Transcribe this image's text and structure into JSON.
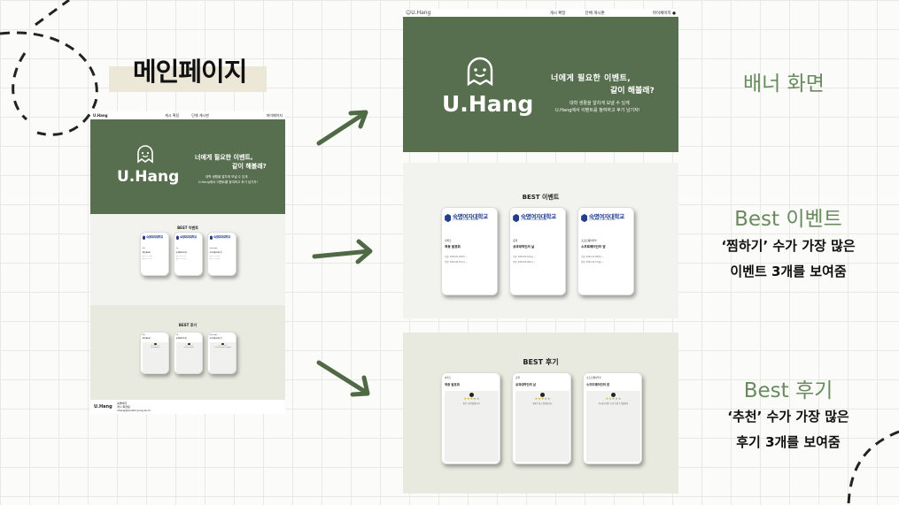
{
  "heading": "메인페이지",
  "brand": "U.Hang",
  "nav": {
    "item1": "게시 확장",
    "item2": "단체 게시판",
    "my": "마이페이지"
  },
  "banner": {
    "line1": "너에게 필요한 이벤트,",
    "line2": "같이 해볼래?",
    "sub1": "대학 생활을 알차게 보낼 수 있게",
    "sub2": "U.Hang에서 이벤트를 참여하고 후기 남기자!"
  },
  "best_event": {
    "title": "BEST 이벤트",
    "logo_text": "숙명여자대학교",
    "logo_sub": "SOOKMYUNG WOMEN'S UNIVERSITY",
    "cards": [
      {
        "org": "솔록스",
        "name": "최종 발표회",
        "d1": "신청: 2024.01.18(목) ~",
        "d2": "운영: 2024.02.07(수) ~"
      },
      {
        "org": "공행",
        "name": "공과대학인의 날",
        "d1": "신청: 2024.02.16(금) ~",
        "d2": "운영: 2024.03.06(수) ~"
      },
      {
        "org": "소프트웨어학부",
        "name": "소프트웨어인의 밤",
        "d1": "신청: 2024.11.06(목) ~",
        "d2": "운영: 2024.12.17(화) ~"
      }
    ]
  },
  "best_review": {
    "title": "BEST 후기",
    "cards": [
      {
        "org": "솔록스",
        "name": "최종 발표회",
        "stars": 3,
        "text": "좋은 시간이었습니다."
      },
      {
        "org": "공행",
        "name": "공과대학인의 날",
        "stars": 3,
        "text": "행사가 참고 알찼습니다."
      },
      {
        "org": "소프트웨어학부",
        "name": "소프트웨어인의 밤",
        "stars": 2,
        "text": "친구들과 좋은 시간 보낼 수 있었어요"
      }
    ]
  },
  "footer": {
    "brand": "U.Hang",
    "l1": "숙명여대",
    "l2": "게시 확장팀",
    "l3": "uhang@sookmyung.ac.kr"
  },
  "labels": {
    "banner": "배너 화면",
    "event": "Best 이벤트",
    "event_desc1": "‘찜하기’ 수가 가장 많은",
    "event_desc2": "이벤트 3개를 보여줌",
    "review": "Best 후기",
    "review_desc1": "‘추천’ 수가 가장 많은",
    "review_desc2": "후기 3개를 보여줌"
  },
  "colors": {
    "accent": "#586f4f",
    "arrow": "#4f6a45",
    "label": "#6a8a5f"
  }
}
